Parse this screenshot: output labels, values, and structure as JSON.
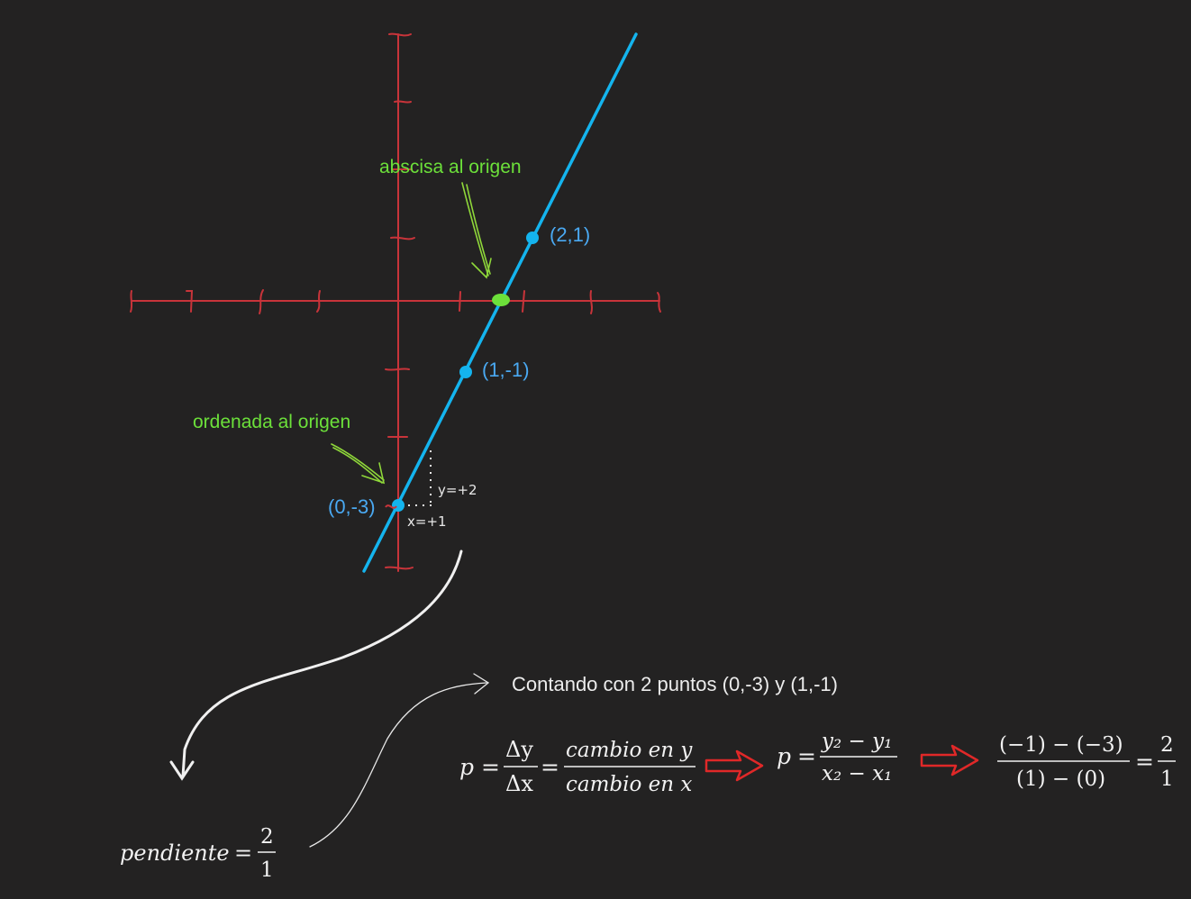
{
  "axes": {
    "color": "#c8343a"
  },
  "line": {
    "color": "#14b4ee"
  },
  "points": [
    {
      "x": 2,
      "y": 1,
      "label": "(2,1)"
    },
    {
      "x": 1,
      "y": -1,
      "label": "(1,-1)"
    },
    {
      "x": 0,
      "y": -3,
      "label": "(0,-3)"
    }
  ],
  "annotations": {
    "abscisa": "abscisa al origen",
    "ordenada": "ordenada al origen",
    "dy_label": "y=+2",
    "dx_label": "x=+1",
    "colors": {
      "green": "#6ce03a",
      "blue": "#4aa9f2",
      "white": "#ececec",
      "red_arrow": "#e02828"
    }
  },
  "contando": "Contando con 2 puntos (0,-3) y (1,-1)",
  "formula": {
    "p": "p",
    "eq": "=",
    "delta_y": "Δy",
    "delta_x": "Δx",
    "cambio_y": "cambio en y",
    "cambio_x": "cambio en x",
    "y2_minus_y1": "y₂ − y₁",
    "x2_minus_x1": "x₂ − x₁",
    "num_values": "(−1) − (−3)",
    "den_values": "(1) − (0)",
    "result_num": "2",
    "result_den": "1"
  },
  "pendiente": {
    "label": "pendiente",
    "eq": "=",
    "num": "2",
    "den": "1"
  }
}
